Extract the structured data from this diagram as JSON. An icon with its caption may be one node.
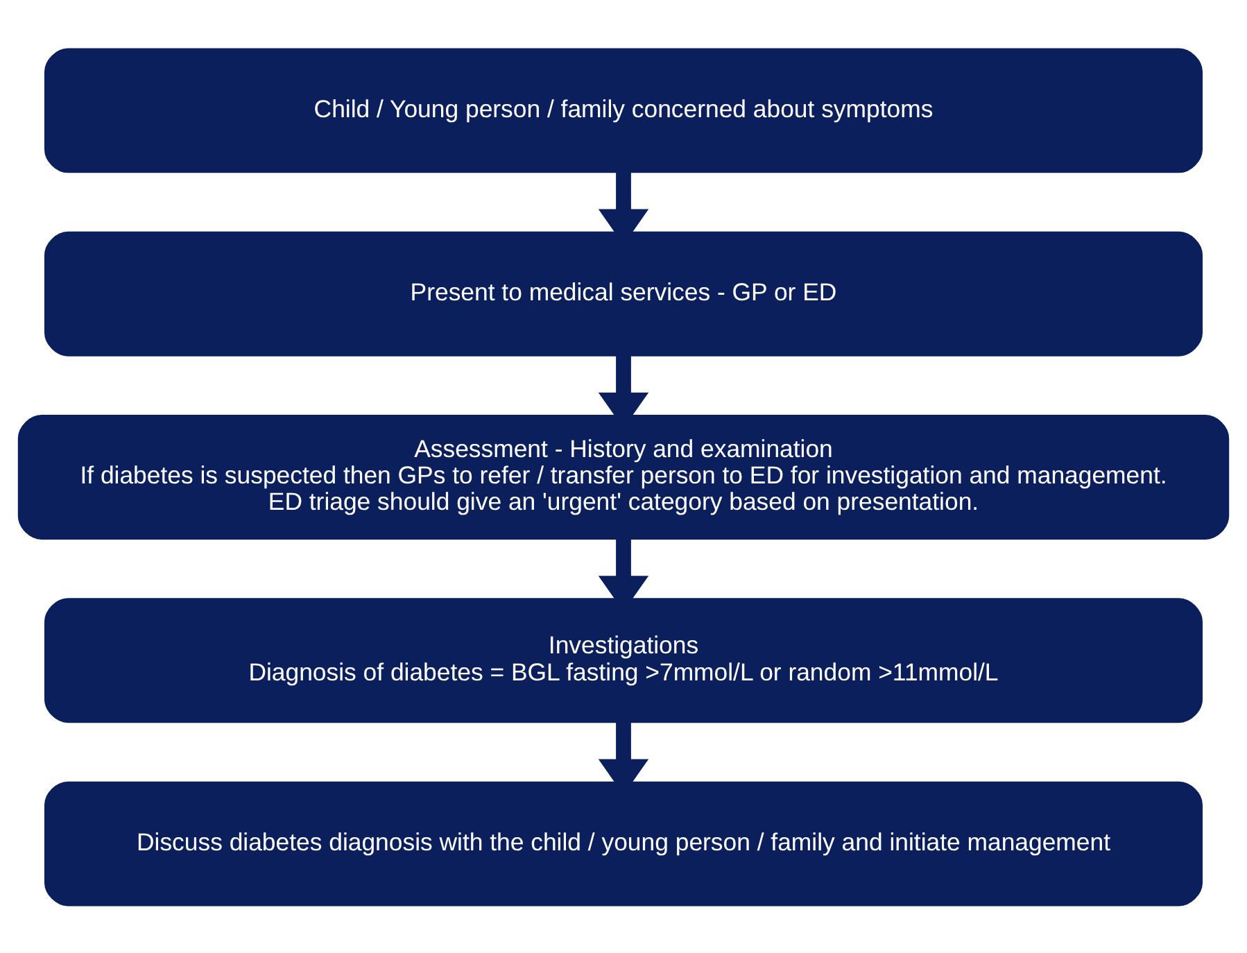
{
  "diagram": {
    "nodes": [
      {
        "text": [
          "Child / Young person / family concerned about symptoms"
        ]
      },
      {
        "text": [
          "Present to medical services - GP or ED"
        ]
      },
      {
        "text": [
          "Assessment - History and examination",
          "If diabetes is suspected then GPs to refer / transfer person to ED for investigation and management.",
          "ED triage should give an 'urgent' category based on presentation."
        ]
      },
      {
        "text": [
          "Investigations",
          "Diagnosis of diabetes = BGL fasting >7mmol/L or random >11mmol/L"
        ]
      },
      {
        "text": [
          "Discuss diabetes diagnosis with the child / young person / family and initiate management"
        ]
      }
    ],
    "edges": [
      {
        "from": 0,
        "to": 1,
        "arrow": "to"
      },
      {
        "from": 1,
        "to": 2,
        "arrow": "to"
      },
      {
        "from": 2,
        "to": 3,
        "arrow": "to"
      },
      {
        "from": 3,
        "to": 4,
        "arrow": "to"
      }
    ]
  }
}
